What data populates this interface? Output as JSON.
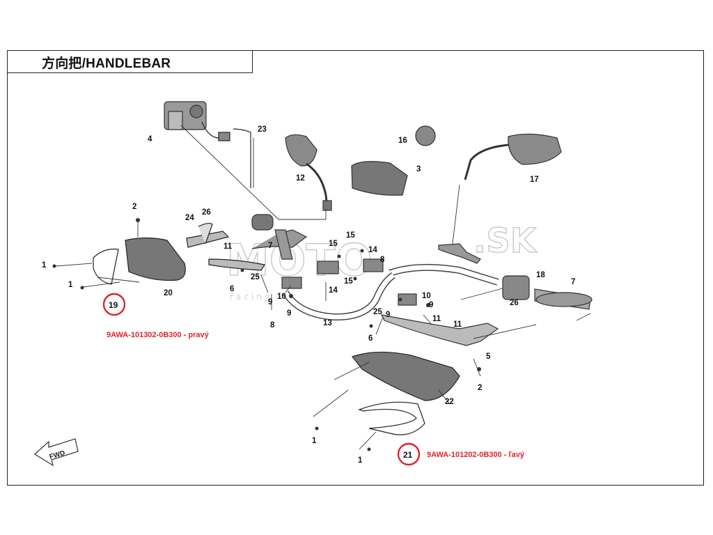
{
  "title": "方向把/HANDLEBAR",
  "watermark": {
    "logo_text": "MOTO",
    "domain": ".SK",
    "tagline": "racing"
  },
  "direction_tag": "FWD",
  "callouts": [
    {
      "id": "19",
      "part_number": "9AWA-101302-0B300 - pravý"
    },
    {
      "id": "21",
      "part_number": "9AWA-101202-0B300 - ľavý"
    }
  ],
  "labels": {
    "l1a": "1",
    "l1b": "1",
    "l1c": "1",
    "l1d": "1",
    "l2a": "2",
    "l2b": "2",
    "l3": "3",
    "l4": "4",
    "l5": "5",
    "l6a": "6",
    "l6b": "6",
    "l7a": "7",
    "l7b": "7",
    "l8a": "8",
    "l8b": "8",
    "l9a": "9",
    "l9b": "9",
    "l9c": "9",
    "l9d": "9",
    "l10a": "10",
    "l10b": "10",
    "l11a": "11",
    "l11b": "11",
    "l11c": "11",
    "l12": "12",
    "l13": "13",
    "l14a": "14",
    "l14b": "14",
    "l15a": "15",
    "l15b": "15",
    "l15c": "15",
    "l16": "16",
    "l17": "17",
    "l18": "18",
    "l20": "20",
    "l22": "22",
    "l23": "23",
    "l24": "24",
    "l25a": "25",
    "l25b": "25",
    "l26a": "26",
    "l26b": "26"
  },
  "colors": {
    "part_number_red": "#e0232b",
    "circle_red": "#e0232b",
    "line": "#222222"
  }
}
